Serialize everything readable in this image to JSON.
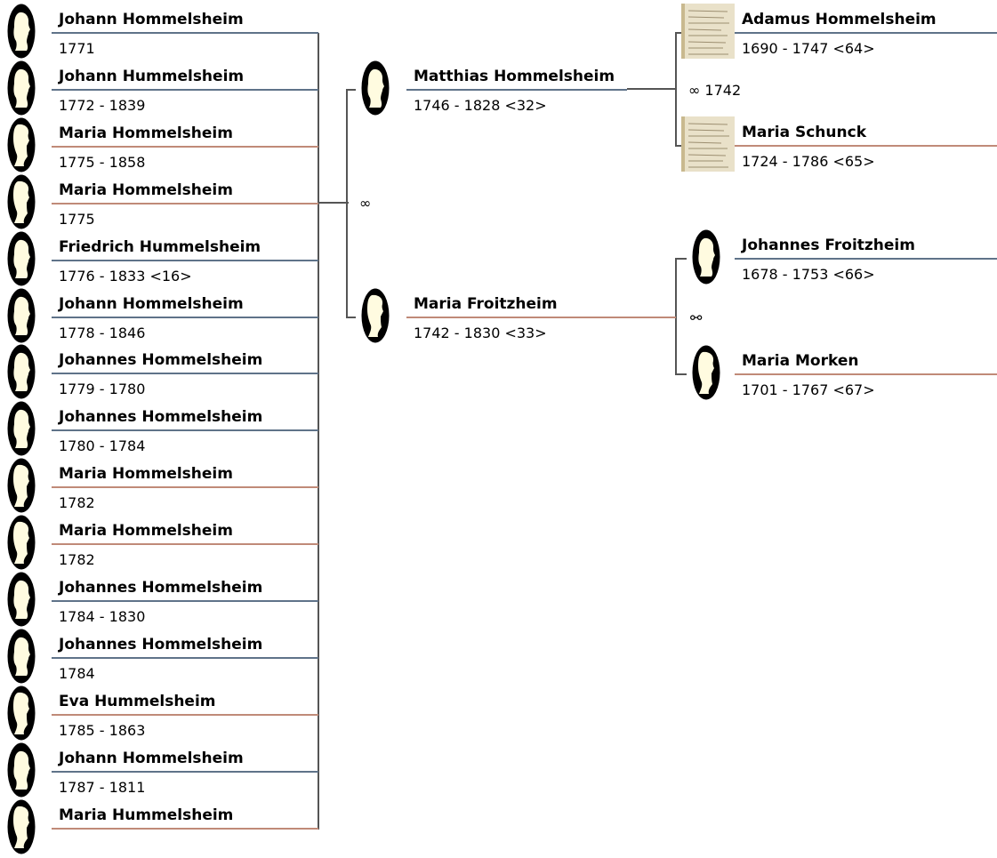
{
  "children": [
    {
      "name": "Johann Hommelsheim",
      "dates": "1771",
      "sex": "m"
    },
    {
      "name": "Johann Hummelsheim",
      "dates": "1772 - 1839",
      "sex": "m"
    },
    {
      "name": "Maria Hommelsheim",
      "dates": "1775 - 1858",
      "sex": "f"
    },
    {
      "name": "Maria Hommelsheim",
      "dates": "1775",
      "sex": "f"
    },
    {
      "name": "Friedrich Hummelsheim",
      "dates": "1776 - 1833 <16>",
      "sex": "m"
    },
    {
      "name": "Johann Hommelsheim",
      "dates": "1778 - 1846",
      "sex": "m"
    },
    {
      "name": "Johannes Hommelsheim",
      "dates": "1779 - 1780",
      "sex": "m"
    },
    {
      "name": "Johannes Hommelsheim",
      "dates": "1780 - 1784",
      "sex": "m"
    },
    {
      "name": "Maria Hommelsheim",
      "dates": "1782",
      "sex": "f"
    },
    {
      "name": "Maria Hommelsheim",
      "dates": "1782",
      "sex": "f"
    },
    {
      "name": "Johannes Hommelsheim",
      "dates": "1784 - 1830",
      "sex": "m"
    },
    {
      "name": "Johannes Hommelsheim",
      "dates": "1784",
      "sex": "m"
    },
    {
      "name": "Eva Hummelsheim",
      "dates": "1785 - 1863",
      "sex": "f"
    },
    {
      "name": "Johann Hommelsheim",
      "dates": "1787 - 1811",
      "sex": "m"
    },
    {
      "name": "Maria Hummelsheim",
      "dates": "",
      "sex": "f"
    }
  ],
  "parents": {
    "marriage": "∞",
    "father": {
      "name": "Matthias Hommelsheim",
      "dates": "1746 - 1828 <32>",
      "sex": "m"
    },
    "mother": {
      "name": "Maria Froitzheim",
      "dates": "1742 - 1830 <33>",
      "sex": "f"
    }
  },
  "paternal_grandparents": {
    "marriage": "∞ 1742",
    "father": {
      "name": "Adamus Hommelsheim",
      "dates": "1690 - 1747 <64>",
      "sex": "m"
    },
    "mother": {
      "name": "Maria Schunck",
      "dates": "1724 - 1786 <65>",
      "sex": "f"
    }
  },
  "maternal_grandparents": {
    "marriage": "⚯",
    "father": {
      "name": "Johannes Froitzheim",
      "dates": "1678 - 1753 <66>",
      "sex": "m"
    },
    "mother": {
      "name": "Maria Morken",
      "dates": "1701 - 1767 <67>",
      "sex": "f"
    }
  },
  "colors": {
    "male_line": "#5f7389",
    "female_line": "#c08a78",
    "connector": "#555555",
    "silhouette": "#fffbe0"
  }
}
